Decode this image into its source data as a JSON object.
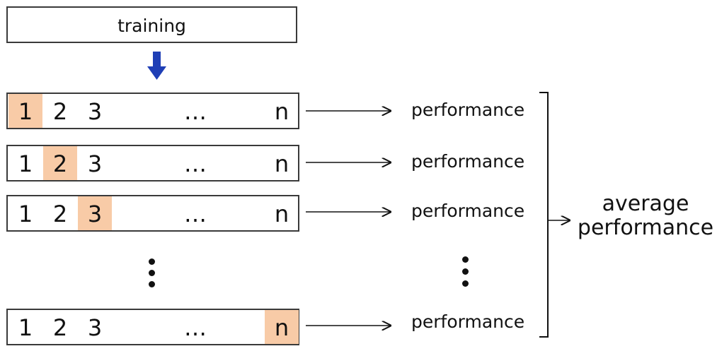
{
  "training_label": "training",
  "fold_labels": [
    "1",
    "2",
    "3",
    "…",
    "n"
  ],
  "performance_label": "performance",
  "average_label_line1": "average",
  "average_label_line2": "performance",
  "colors": {
    "highlight": "#f8cba7",
    "arrow_blue": "#1f3fb6",
    "border": "#3a3a3a"
  },
  "folds": [
    {
      "highlight_index": 0
    },
    {
      "highlight_index": 1
    },
    {
      "highlight_index": 2
    },
    {
      "highlight_index": 4
    }
  ]
}
